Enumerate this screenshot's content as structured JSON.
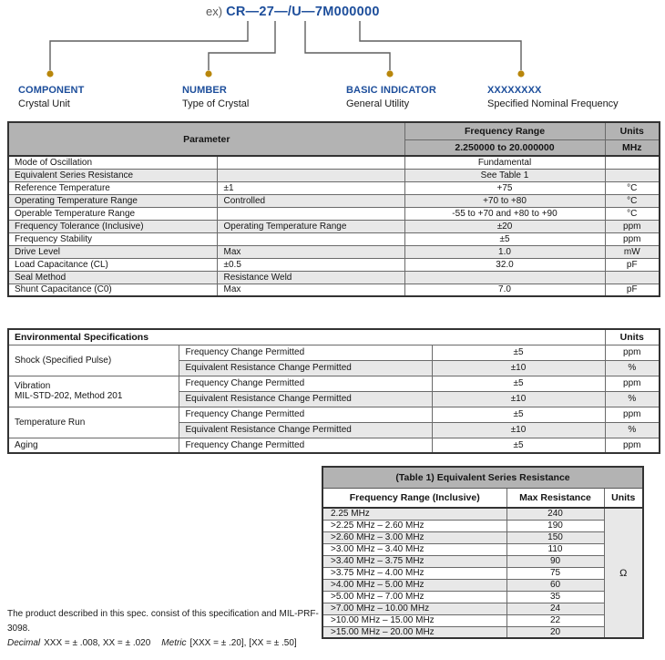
{
  "header": {
    "example_prefix": "ex)",
    "part_number": "CR—27—/U—7M000000",
    "callouts": [
      {
        "label": "COMPONENT",
        "description": "Crystal Unit"
      },
      {
        "label": "NUMBER",
        "description": "Type of Crystal"
      },
      {
        "label": "BASIC INDICATOR",
        "description": "General Utility"
      },
      {
        "label": "XXXXXXXX",
        "description": "Specified Nominal Frequency"
      }
    ]
  },
  "param_table": {
    "header": {
      "parameter": "Parameter",
      "frequency_range": "Frequency Range",
      "frequency_range_value": "2.250000 to 20.000000",
      "units": "Units",
      "units_value": "MHz"
    },
    "rows": [
      {
        "name": "Mode of Oscillation",
        "qualifier": "",
        "value": "Fundamental",
        "unit": ""
      },
      {
        "name": "Equivalent Series Resistance",
        "qualifier": "",
        "value": "See Table 1",
        "unit": ""
      },
      {
        "name": "Reference Temperature",
        "qualifier": "±1",
        "value": "+75",
        "unit": "°C"
      },
      {
        "name": "Operating Temperature Range",
        "qualifier": "Controlled",
        "value": "+70 to +80",
        "unit": "°C"
      },
      {
        "name": "Operable Temperature Range",
        "qualifier": "",
        "value": "-55 to +70 and +80 to +90",
        "unit": "°C"
      },
      {
        "name": "Frequency Tolerance (Inclusive)",
        "qualifier": "Operating Temperature Range",
        "value": "±20",
        "unit": "ppm"
      },
      {
        "name": "Frequency Stability",
        "qualifier": "",
        "value": "±5",
        "unit": "ppm"
      },
      {
        "name": "Drive Level",
        "qualifier": "Max",
        "value": "1.0",
        "unit": "mW"
      },
      {
        "name": "Load Capacitance (CL)",
        "qualifier": "±0.5",
        "value": "32.0",
        "unit": "pF"
      },
      {
        "name": "Seal Method",
        "qualifier": "Resistance Weld",
        "value": "",
        "unit": ""
      },
      {
        "name": "Shunt Capacitance (C0)",
        "qualifier": "Max",
        "value": "7.0",
        "unit": "pF"
      }
    ]
  },
  "env_table": {
    "title": "Environmental Specifications",
    "units_header": "Units",
    "groups": [
      {
        "name": "Shock (Specified Pulse)",
        "name2": "",
        "rows": [
          {
            "test": "Frequency Change Permitted",
            "value": "±5",
            "unit": "ppm"
          },
          {
            "test": "Equivalent Resistance Change Permitted",
            "value": "±10",
            "unit": "%"
          }
        ]
      },
      {
        "name": "Vibration",
        "name2": "MIL-STD-202, Method 201",
        "rows": [
          {
            "test": "Frequency Change Permitted",
            "value": "±5",
            "unit": "ppm"
          },
          {
            "test": "Equivalent Resistance Change Permitted",
            "value": "±10",
            "unit": "%"
          }
        ]
      },
      {
        "name": "Temperature Run",
        "name2": "",
        "rows": [
          {
            "test": "Frequency Change Permitted",
            "value": "±5",
            "unit": "ppm"
          },
          {
            "test": "Equivalent Resistance Change Permitted",
            "value": "±10",
            "unit": "%"
          }
        ]
      },
      {
        "name": "Aging",
        "name2": "",
        "rows": [
          {
            "test": "Frequency Change Permitted",
            "value": "±5",
            "unit": "ppm"
          }
        ]
      }
    ]
  },
  "resistance_table": {
    "title": "(Table 1) Equivalent Series Resistance",
    "columns": {
      "range": "Frequency Range (Inclusive)",
      "max": "Max Resistance",
      "units": "Units"
    },
    "unit_symbol": "Ω",
    "rows": [
      {
        "range": "2.25 MHz",
        "max": "240"
      },
      {
        "range": ">2.25 MHz – 2.60 MHz",
        "max": "190"
      },
      {
        "range": ">2.60 MHz – 3.00 MHz",
        "max": "150"
      },
      {
        "range": ">3.00 MHz – 3.40 MHz",
        "max": "110"
      },
      {
        "range": ">3.40 MHz – 3.75 MHz",
        "max": "90"
      },
      {
        "range": ">3.75 MHz – 4.00 MHz",
        "max": "75"
      },
      {
        "range": ">4.00 MHz – 5.00 MHz",
        "max": "60"
      },
      {
        "range": ">5.00 MHz – 7.00 MHz",
        "max": "35"
      },
      {
        "range": ">7.00 MHz – 10.00 MHz",
        "max": "24"
      },
      {
        "range": ">10.00 MHz – 15.00 MHz",
        "max": "22"
      },
      {
        "range": ">15.00 MHz – 20.00 MHz",
        "max": "20"
      }
    ]
  },
  "footnote": {
    "paragraph": "The product described in this spec. consist of this specification and MIL-PRF-3098.",
    "decimal_label": "Decimal",
    "decimal_text": "XXX = ± .008, XX = ± .020",
    "metric_label": "Metric",
    "metric_text": "[XXX = ± .20], [XX = ± .50]"
  },
  "colors": {
    "accent_blue": "#1d4e9b",
    "dot_gold": "#b8860b",
    "header_gray": "#b3b3b3",
    "stripe_gray": "#e8e8e8"
  }
}
